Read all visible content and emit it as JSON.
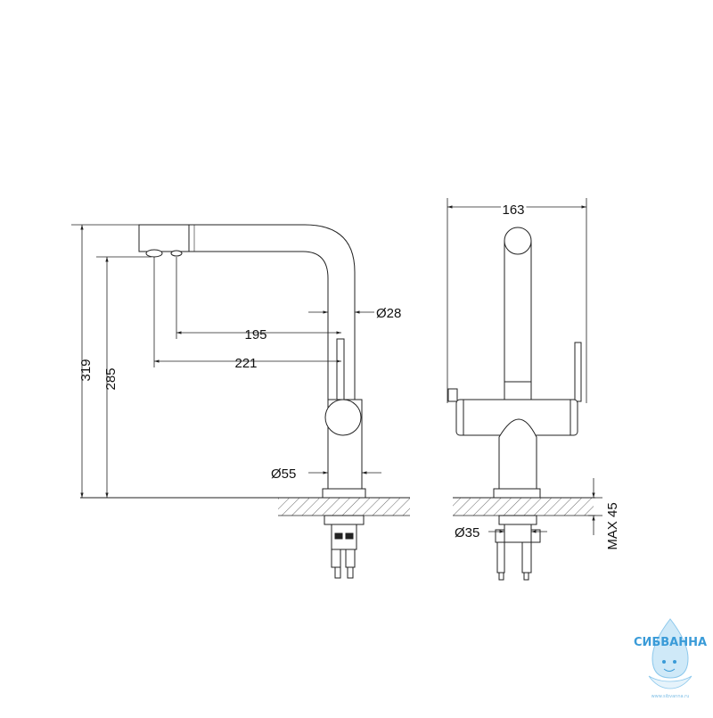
{
  "drawing": {
    "side_view": {
      "total_height": "319",
      "spout_height": "285",
      "reach_aerator": "195",
      "reach_outlet": "221",
      "spout_diameter": "Ø28",
      "base_diameter": "Ø55"
    },
    "front_view": {
      "width": "163",
      "thread_diameter": "Ø35",
      "max_counter_thickness": "MAX 45"
    }
  },
  "watermark": {
    "brand": "СИБВАННА",
    "url": "www.sibvanna.ru",
    "accent_color": "#3a9bd8"
  },
  "colors": {
    "line": "#222222",
    "hatch": "#555555"
  }
}
